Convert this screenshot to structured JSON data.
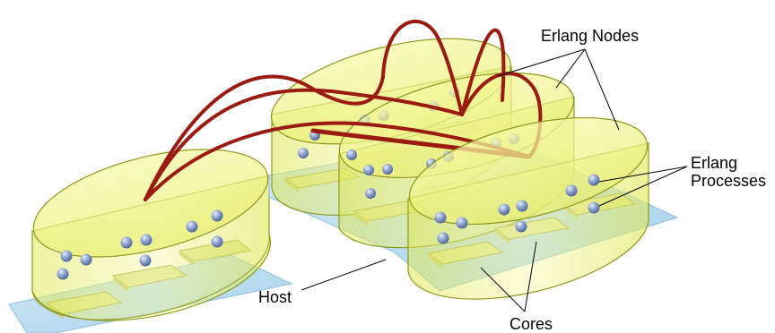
{
  "labels": {
    "erlang_nodes": "Erlang Nodes",
    "erlang_processes_line1": "Erlang",
    "erlang_processes_line2": "Processes",
    "host": "Host",
    "cores": "Cores"
  },
  "colors": {
    "host_plate": "#b9dcef",
    "node_fill": "#eef26a",
    "node_stroke": "#8f9a1e",
    "core_fill": "#dfe69a",
    "process_fill": "#7f97c6",
    "connection": "#9b1a12",
    "callout_line": "#000000"
  },
  "icons": {
    "process": "sphere",
    "core": "chip-plate",
    "node": "cylinder",
    "host": "platform"
  }
}
